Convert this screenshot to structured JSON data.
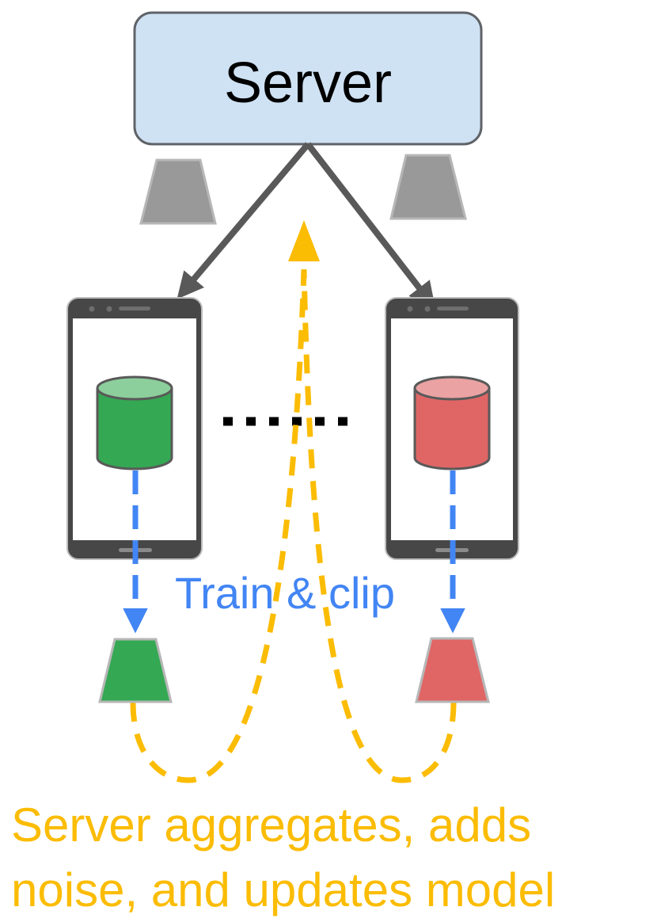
{
  "labels": {
    "server": "Server",
    "train_clip": "Train & clip",
    "caption_line1": "Server aggregates, adds",
    "caption_line2": "noise, and updates model"
  },
  "colors": {
    "server_fill": "#cfe2f3",
    "server_stroke": "#5f6368",
    "arrow_dark": "#595959",
    "model_gray": "#999999",
    "phone_body": "#474747",
    "green_db": "#34a853",
    "green_db_top": "#8ccf9c",
    "red_db": "#e06666",
    "red_db_top": "#eaa2a2",
    "blue_accent": "#4285f4",
    "yellow_accent": "#fbbc04",
    "dots": "#000000"
  },
  "icons": {
    "left_device": "smartphone-icon",
    "right_device": "smartphone-icon",
    "left_data": "database-icon",
    "right_data": "database-icon",
    "model_shape": "trapezoid-model-icon"
  }
}
